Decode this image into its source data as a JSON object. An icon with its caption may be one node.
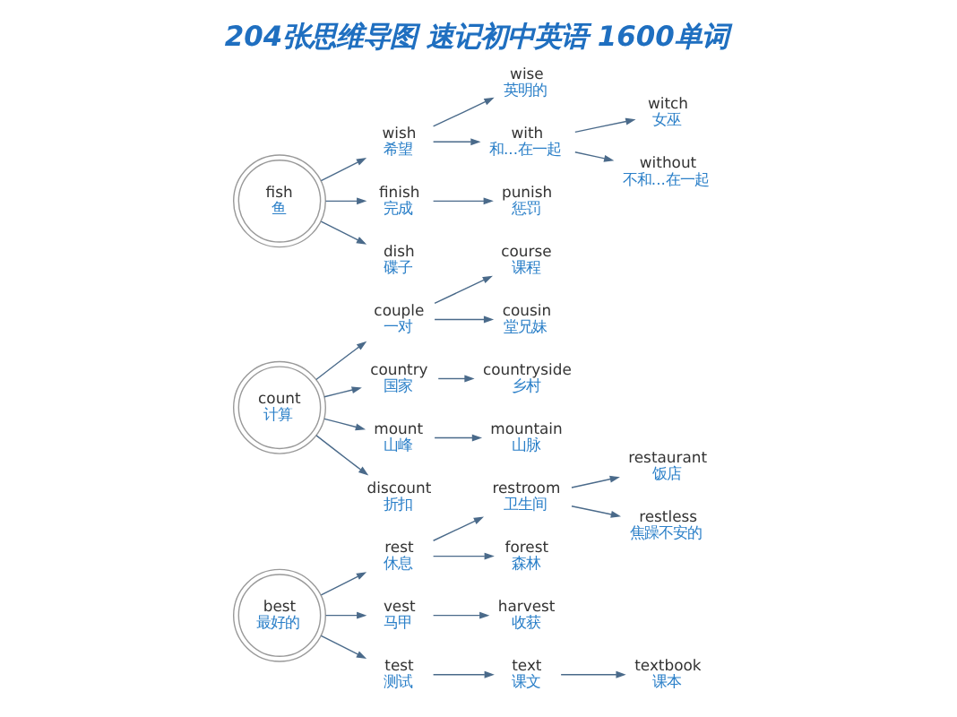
{
  "diagram": {
    "title": "204张思维导图 速记初中英语 1600单词",
    "nodes": [
      {
        "text": [
          "best",
          "最好的"
        ]
      },
      {
        "text": [
          "restaurant",
          "饭店"
        ]
      },
      {
        "text": [
          "restroom",
          "卫生间"
        ]
      },
      {
        "text": [
          "restless",
          "焦躁不安的"
        ]
      },
      {
        "text": [
          "harvest",
          "收获"
        ]
      },
      {
        "text": [
          "rest",
          "休息"
        ]
      },
      {
        "text": [
          "forest",
          "森林"
        ]
      },
      {
        "text": [
          "vest",
          "马甲"
        ]
      },
      {
        "text": [
          "textbook",
          "课本"
        ]
      },
      {
        "text": [
          "test",
          "测试"
        ]
      },
      {
        "text": [
          "text",
          "课文"
        ]
      },
      {
        "text": [
          "count",
          "计算"
        ]
      },
      {
        "text": [
          "course",
          "课程"
        ]
      },
      {
        "text": [
          "couple",
          "一对"
        ]
      },
      {
        "text": [
          "cousin",
          "堂兄妹"
        ]
      },
      {
        "text": [
          "mountain",
          "山脉"
        ]
      },
      {
        "text": [
          "countryside",
          "乡村"
        ]
      },
      {
        "text": [
          "country",
          "国家"
        ]
      },
      {
        "text": [
          "mount",
          "山峰"
        ]
      },
      {
        "text": [
          "discount",
          "折扣"
        ]
      },
      {
        "text": [
          "fish",
          "鱼"
        ]
      },
      {
        "text": [
          "wise",
          "英明的"
        ]
      },
      {
        "text": [
          "wish",
          "希望"
        ]
      },
      {
        "text": [
          "punish",
          "惩罚"
        ]
      },
      {
        "text": [
          "witch",
          "女巫"
        ]
      },
      {
        "text": [
          "with",
          "和...在一起"
        ]
      },
      {
        "text": [
          "finish",
          "完成"
        ]
      },
      {
        "text": [
          "dish",
          "碟子"
        ]
      },
      {
        "text": [
          "without",
          "不和...在一起"
        ]
      }
    ],
    "edges": [
      {
        "from": 0,
        "to": 5,
        "arrow": "to"
      },
      {
        "from": 5,
        "to": 2,
        "arrow": "to"
      },
      {
        "from": 2,
        "to": 1,
        "arrow": "to"
      },
      {
        "from": 2,
        "to": 3,
        "arrow": "to"
      },
      {
        "from": 5,
        "to": 6,
        "arrow": "to"
      },
      {
        "from": 0,
        "to": 9,
        "arrow": "to"
      },
      {
        "from": 9,
        "to": 10,
        "arrow": "to"
      },
      {
        "from": 10,
        "to": 8,
        "arrow": "to"
      },
      {
        "from": 0,
        "to": 7,
        "arrow": "to"
      },
      {
        "from": 7,
        "to": 4,
        "arrow": "to"
      },
      {
        "from": 11,
        "to": 13,
        "arrow": "to"
      },
      {
        "from": 13,
        "to": 12,
        "arrow": "to"
      },
      {
        "from": 13,
        "to": 14,
        "arrow": "to"
      },
      {
        "from": 11,
        "to": 17,
        "arrow": "to"
      },
      {
        "from": 17,
        "to": 16,
        "arrow": "to"
      },
      {
        "from": 11,
        "to": 19,
        "arrow": "to"
      },
      {
        "from": 11,
        "to": 18,
        "arrow": "to"
      },
      {
        "from": 18,
        "to": 15,
        "arrow": "to"
      },
      {
        "from": 20,
        "to": 22,
        "arrow": "to"
      },
      {
        "from": 22,
        "to": 21,
        "arrow": "to"
      },
      {
        "from": 22,
        "to": 25,
        "arrow": "to"
      },
      {
        "from": 25,
        "to": 24,
        "arrow": "to"
      },
      {
        "from": 25,
        "to": 28,
        "arrow": "to"
      },
      {
        "from": 20,
        "to": 27,
        "arrow": "to"
      },
      {
        "from": 20,
        "to": 26,
        "arrow": "to"
      },
      {
        "from": 26,
        "to": 23,
        "arrow": "to"
      }
    ]
  }
}
